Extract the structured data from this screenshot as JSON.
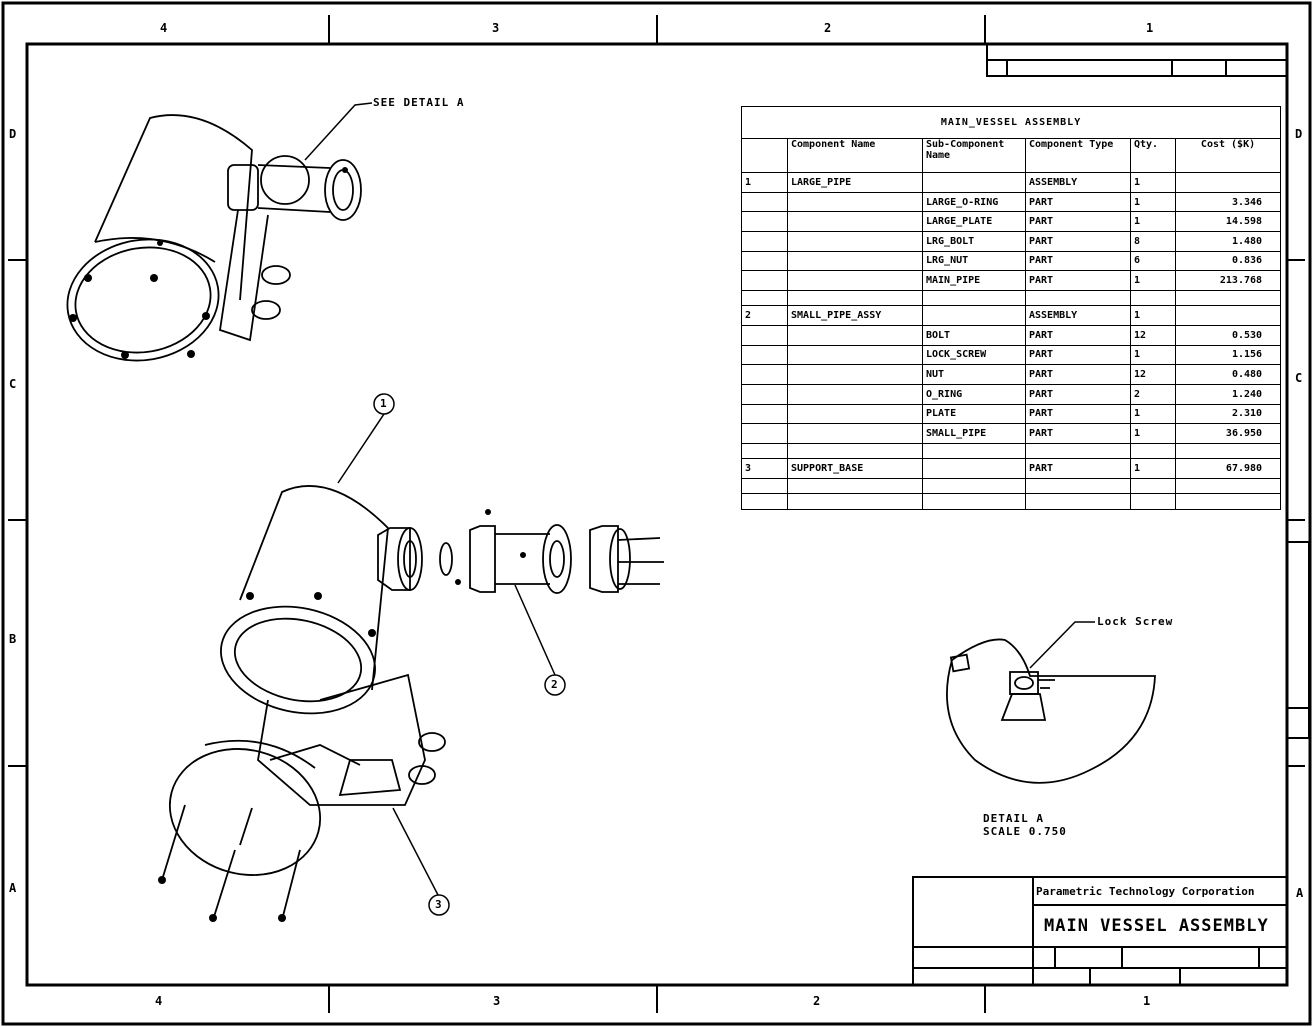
{
  "zones": {
    "top": [
      "4",
      "3",
      "2",
      "1"
    ],
    "bottom": [
      "4",
      "3",
      "2",
      "1"
    ],
    "left": [
      "D",
      "C",
      "B",
      "A"
    ],
    "right": [
      "D",
      "C",
      "A"
    ]
  },
  "bom": {
    "title": "MAIN_VESSEL ASSEMBLY",
    "headers": [
      "",
      "Component Name",
      "Sub-Component Name",
      "Component Type",
      "Qty.",
      "Cost ($K)"
    ],
    "rows": [
      [
        "1",
        "LARGE_PIPE",
        "",
        "ASSEMBLY",
        "1",
        ""
      ],
      [
        "",
        "",
        "LARGE_O-RING",
        "PART",
        "1",
        "3.346"
      ],
      [
        "",
        "",
        "LARGE_PLATE",
        "PART",
        "1",
        "14.598"
      ],
      [
        "",
        "",
        "LRG_BOLT",
        "PART",
        "8",
        "1.480"
      ],
      [
        "",
        "",
        "LRG_NUT",
        "PART",
        "6",
        "0.836"
      ],
      [
        "",
        "",
        "MAIN_PIPE",
        "PART",
        "1",
        "213.768"
      ],
      [
        "",
        "",
        "",
        "",
        "",
        ""
      ],
      [
        "2",
        "SMALL_PIPE_ASSY",
        "",
        "ASSEMBLY",
        "1",
        ""
      ],
      [
        "",
        "",
        "BOLT",
        "PART",
        "12",
        "0.530"
      ],
      [
        "",
        "",
        "LOCK_SCREW",
        "PART",
        "1",
        "1.156"
      ],
      [
        "",
        "",
        "NUT",
        "PART",
        "12",
        "0.480"
      ],
      [
        "",
        "",
        "O_RING",
        "PART",
        "2",
        "1.240"
      ],
      [
        "",
        "",
        "PLATE",
        "PART",
        "1",
        "2.310"
      ],
      [
        "",
        "",
        "SMALL_PIPE",
        "PART",
        "1",
        "36.950"
      ],
      [
        "",
        "",
        "",
        "",
        "",
        ""
      ],
      [
        "3",
        "SUPPORT_BASE",
        "",
        "PART",
        "1",
        "67.980"
      ],
      [
        "",
        "",
        "",
        "",
        "",
        ""
      ],
      [
        "",
        "",
        "",
        "",
        "",
        ""
      ]
    ]
  },
  "callouts": {
    "see_detail": "SEE DETAIL A",
    "balloons": [
      "1",
      "2",
      "3"
    ],
    "lock_screw": "Lock Screw",
    "detail_label": "DETAIL A",
    "detail_scale": "SCALE 0.750"
  },
  "title_block": {
    "company": "Parametric Technology Corporation",
    "drawing_title": "MAIN VESSEL ASSEMBLY"
  }
}
